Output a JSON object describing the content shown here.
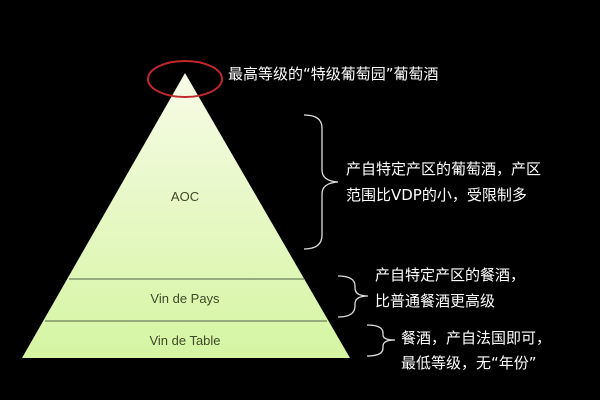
{
  "pyramid": {
    "tiers": [
      {
        "label": "AOC"
      },
      {
        "label": "Vin de Pays"
      },
      {
        "label": "Vin de Table"
      }
    ],
    "colors": {
      "fill_top": "#f7fbe6",
      "fill_bottom": "#d5f5a2",
      "divider": "#7f946a",
      "text": "#3f4a2a",
      "highlight_ellipse": "#c0272d",
      "background": "#000000"
    }
  },
  "annotations": {
    "top": "最高等级的“特级葡萄园”葡萄酒",
    "aoc_line1": "产自特定产区的葡萄酒，产区",
    "aoc_line2": "范围比VDP的小，受限制多",
    "vdp_line1": "产自特定产区的餐酒，",
    "vdp_line2": "比普通餐酒更高级",
    "vdt_line1": "餐酒，产自法国即可，",
    "vdt_line2": "最低等级，无“年份”"
  }
}
